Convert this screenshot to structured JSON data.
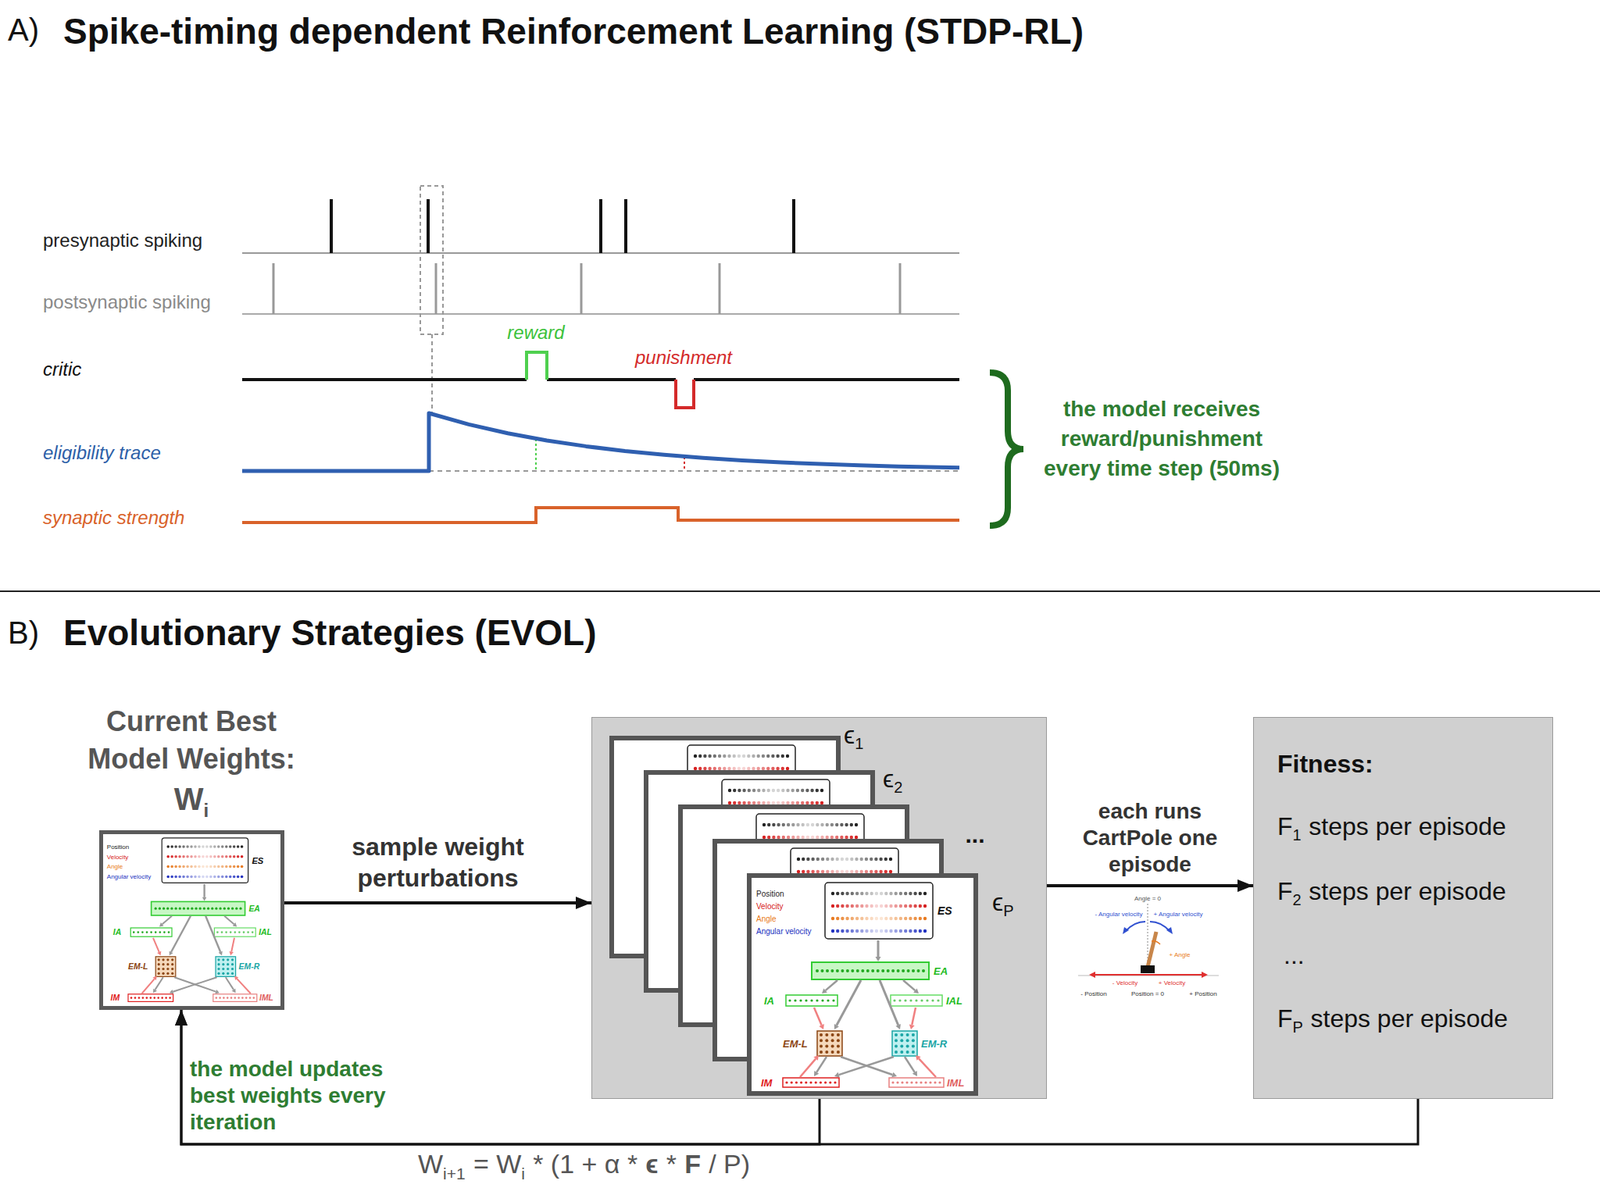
{
  "diagram": {
    "nodes": [
      {
        "text": [
          "Current Best Model Weights:",
          "W",
          "i",
          "Position",
          "Velocity",
          "Angle",
          "Angular velocity",
          "ES",
          "EA",
          "IA",
          "IAL",
          "EM-L",
          "EM-R",
          "IM",
          "IML"
        ]
      },
      {
        "text": [
          "ϵ",
          "1",
          "ϵ",
          "2",
          "...",
          "ϵ",
          "P"
        ]
      },
      {
        "text": [
          "Position",
          "Velocity",
          "Angle",
          "Angular velocity",
          "ES",
          "EA",
          "IA",
          "IAL",
          "EM-L",
          "EM-R",
          "IM",
          "IML"
        ],
        "in": 1
      },
      {
        "text": [
          "Fitness:",
          "F",
          "1",
          "steps per episode",
          "F",
          "2",
          "steps per episode",
          "...",
          "F",
          "P",
          "steps per episode"
        ]
      }
    ],
    "edges": [
      {
        "from": 0,
        "to": 1,
        "arrow": "to",
        "label": "sample weight perturbations"
      },
      {
        "from": 1,
        "to": 3,
        "arrow": "to",
        "label": "each runs CartPole one episode"
      },
      {
        "from": 1,
        "to": 0,
        "arrow": "to"
      },
      {
        "from": 3,
        "to": 0,
        "arrow": "to"
      }
    ],
    "labels": [
      "A)",
      "Spike-timing dependent Reinforcement Learning (STDP-RL)",
      "presynaptic spiking",
      "postsynaptic spiking",
      "critic",
      "eligibility trace",
      "synaptic strength",
      "reward",
      "punishment",
      "the model receives reward/punishment every time step (50ms)",
      "B)",
      "Evolutionary Strategies (EVOL)",
      "the model updates best weights every iteration",
      "W",
      "i+1",
      "= W",
      "i",
      "* (1 + α *",
      "ϵ",
      "*",
      "F",
      "/ P)",
      "Angle = 0",
      "- Angular velocity",
      "+ Angular velocity",
      "+ Angle",
      "- Velocity",
      "+ Velocity",
      "- Position",
      "Position = 0",
      "+ Position"
    ]
  }
}
